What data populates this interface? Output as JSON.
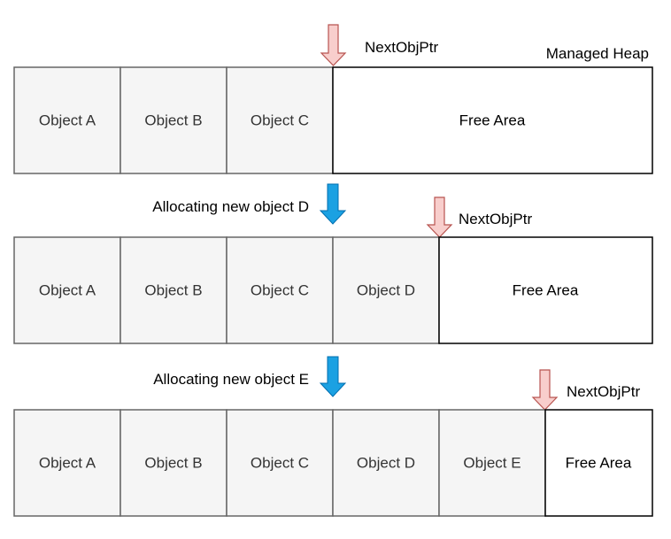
{
  "heap_label": "Managed Heap",
  "pointer_label": "NextObjPtr",
  "rows": [
    {
      "cells": [
        "Object A",
        "Object B",
        "Object C",
        "Free Area"
      ]
    },
    {
      "transition": "Allocating new object D",
      "cells": [
        "Object A",
        "Object B",
        "Object C",
        "Object D",
        "Free Area"
      ]
    },
    {
      "transition": "Allocating new object E",
      "cells": [
        "Object A",
        "Object B",
        "Object C",
        "Object D",
        "Object E",
        "Free Area"
      ]
    }
  ],
  "colors": {
    "object_fill": "#f5f5f5",
    "object_stroke": "#666666",
    "object_text": "#333333",
    "free_fill": "#ffffff",
    "free_stroke": "#000000",
    "free_text": "#000000",
    "pointer_arrow_fill": "#f8cecc",
    "pointer_arrow_stroke": "#b85450",
    "step_arrow_fill": "#1ba1e2",
    "step_arrow_stroke": "#006eaf"
  },
  "icons": {
    "pointer_arrow": "arrow-down-pink",
    "step_arrow": "arrow-down-blue"
  }
}
